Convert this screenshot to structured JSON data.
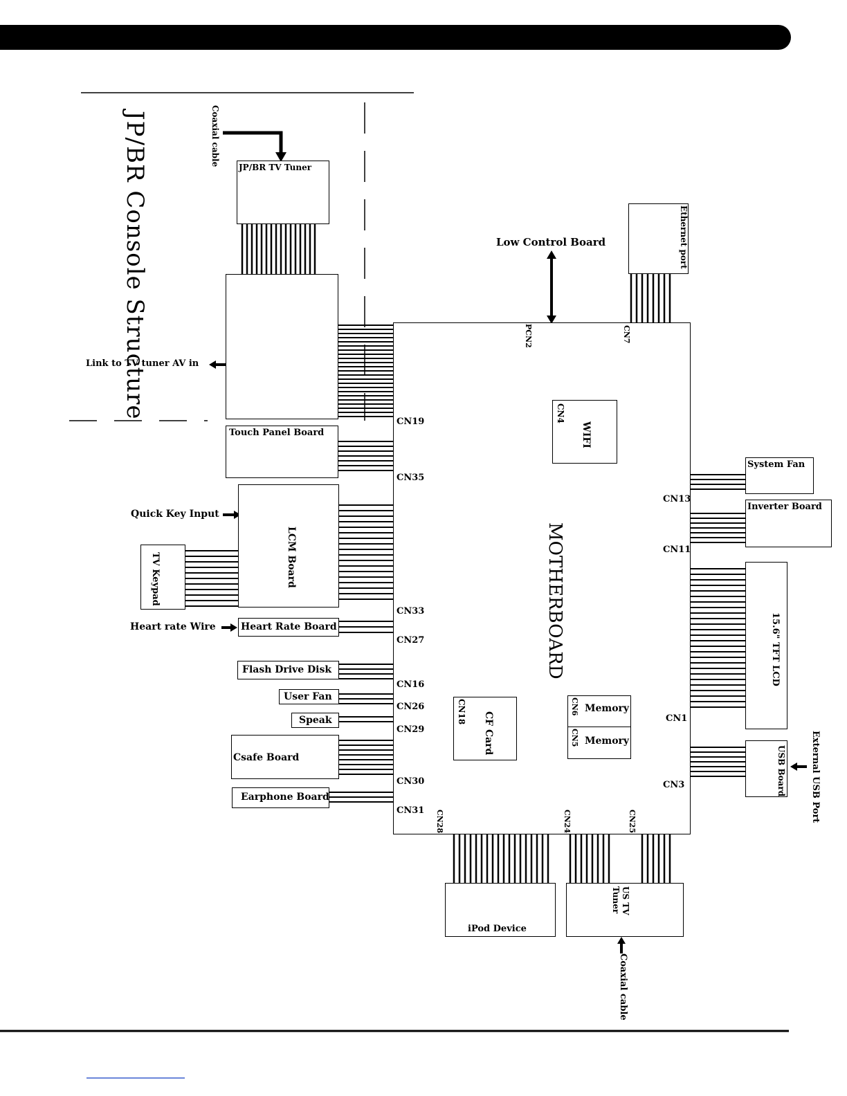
{
  "title": "JP/BR Console Structure",
  "motherboard": "MOTHERBOARD",
  "boards": {
    "tv_tuner_jpbr": "JP/BR TV Tuner",
    "touch_panel": "Touch Panel Board",
    "lcm": "LCM Board",
    "tv_keypad": "TV Keypad",
    "heart_rate": "Heart Rate Board",
    "flash_drive": "Flash Drive Disk",
    "user_fan": "User Fan",
    "speak": "Speak",
    "csafe": "Csafe Board",
    "earphone": "Earphone Board",
    "ipod": "iPod Device",
    "us_tv_tuner": "US TV Tuner",
    "ethernet": "Ethernet port",
    "system_fan": "System Fan",
    "inverter": "Inverter Board",
    "tft_lcd": "15.6\" TFT LCD",
    "usb_board": "USB Board",
    "wifi": "WIFI",
    "cf_card": "CF Card",
    "memory1": "Memory",
    "memory2": "Memory"
  },
  "external": {
    "coaxial_top": "Coaxial cable",
    "coaxial_bottom": "Coaxial cable",
    "link_tv_tuner": "Link to TV tuner AV in",
    "low_control": "Low Control Board",
    "quick_key": "Quick Key Input",
    "heart_rate_wire": "Heart rate Wire",
    "external_usb": "External USB Port"
  },
  "connectors": {
    "cn19": "CN19",
    "cn35": "CN35",
    "cn33": "CN33",
    "cn27": "CN27",
    "cn16": "CN16",
    "cn26": "CN26",
    "cn29": "CN29",
    "cn30": "CN30",
    "cn31": "CN31",
    "cn28": "CN28",
    "cn24": "CN24",
    "cn25": "CN25",
    "cn13": "CN13",
    "cn11": "CN11",
    "cn1": "CN1",
    "cn3": "CN3",
    "cn7": "CN7",
    "pcn2": "PCN2",
    "cn4": "CN4",
    "cn18": "CN18",
    "cn5": "CN5",
    "cn6": "CN6"
  }
}
